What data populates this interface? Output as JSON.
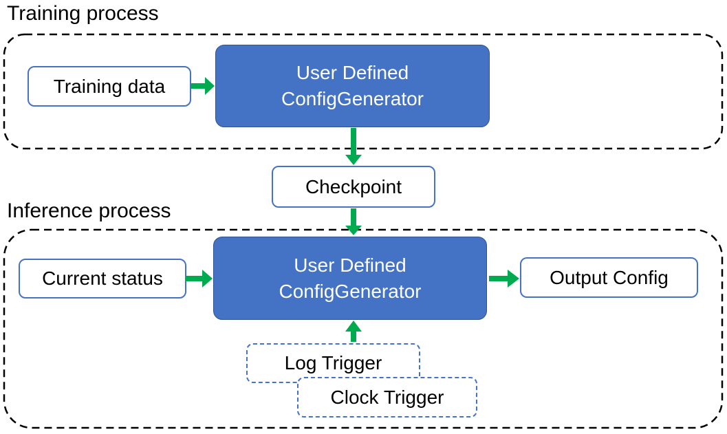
{
  "colors": {
    "node_fill": "#4472C4",
    "node_border": "#2F528F",
    "box_border": "#4472C4",
    "trigger_border": "#4472C4",
    "arrow": "#00AB50",
    "boundary": "#000000",
    "text_dark": "#000000",
    "text_light": "#FFFFFF",
    "bg": "#FFFFFF"
  },
  "training": {
    "title": "Training process",
    "input_label": "Training data",
    "generator": {
      "line1": "User Defined",
      "line2": "ConfigGenerator"
    }
  },
  "checkpoint": {
    "label": "Checkpoint"
  },
  "inference": {
    "title": "Inference process",
    "input_label": "Current status",
    "generator": {
      "line1": "User Defined",
      "line2": "ConfigGenerator"
    },
    "output_label": "Output Config",
    "log_trigger": "Log Trigger",
    "clock_trigger": "Clock Trigger"
  }
}
